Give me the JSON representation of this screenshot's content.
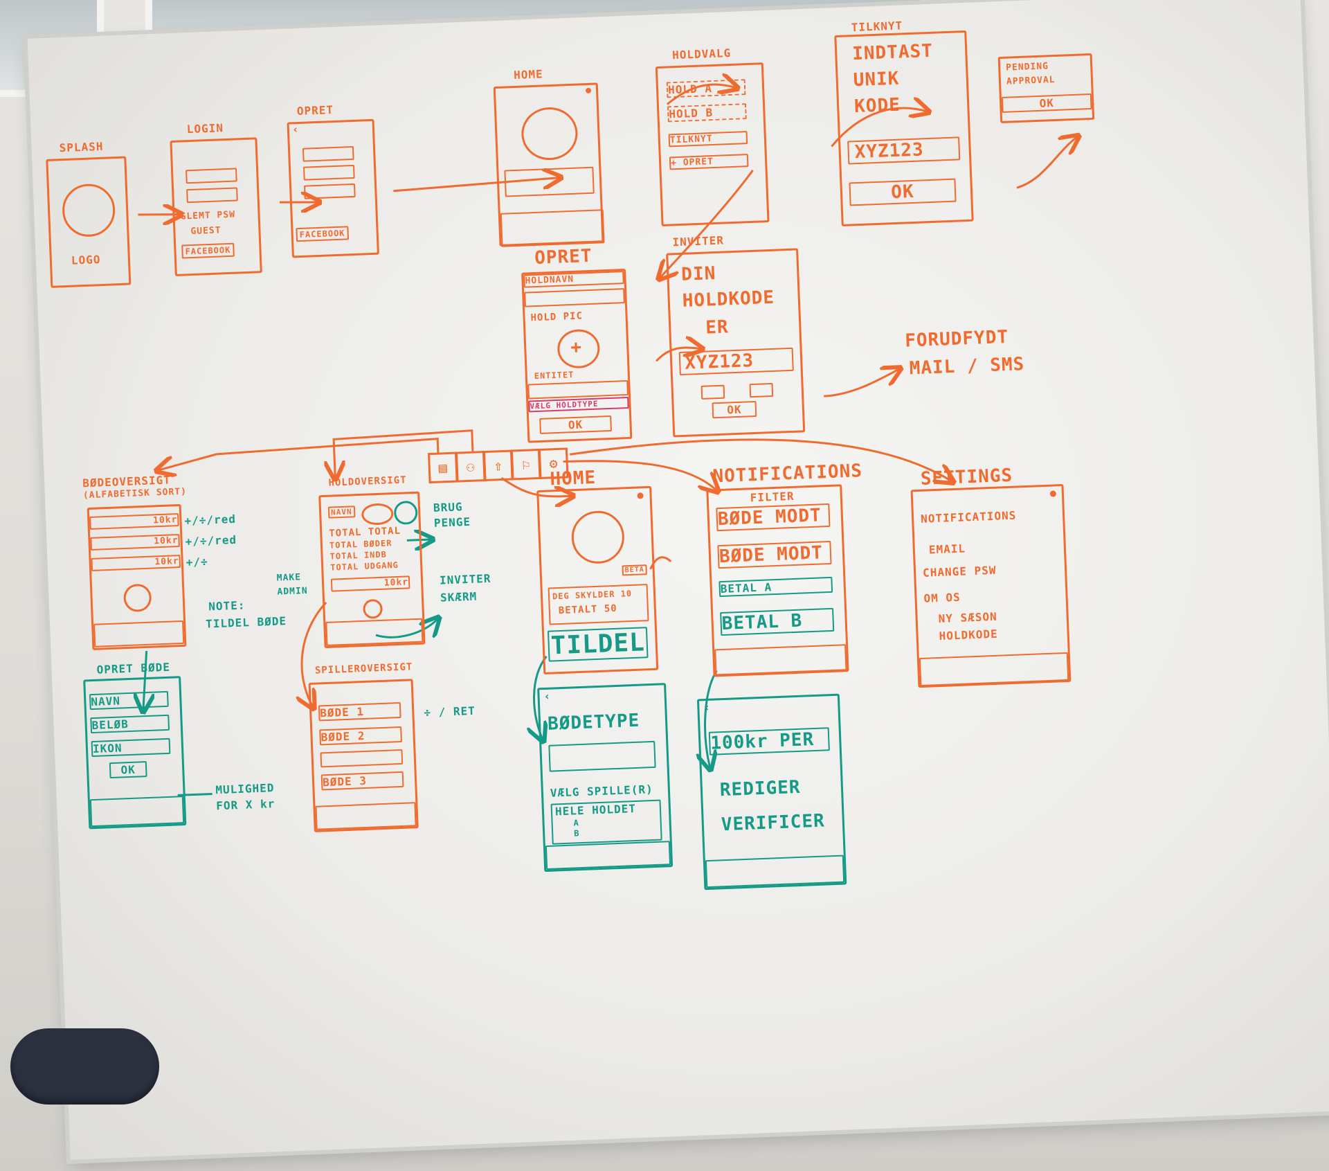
{
  "colors": {
    "orange": "#f06b2f",
    "green": "#149a86"
  },
  "screens": {
    "splash": {
      "title": "SPLASH",
      "logo": "LOGO"
    },
    "login": {
      "title": "LOGIN",
      "forgot": "GLEMT PSW",
      "guest": "GUEST",
      "facebook": "FACEBOOK"
    },
    "opret1": {
      "title": "OPRET",
      "facebook": "FACEBOOK"
    },
    "home1": {
      "title": "HOME"
    },
    "holdvalg": {
      "title": "HOLDVALG",
      "team_a": "HOLD A",
      "team_b": "HOLD B",
      "join": "TILKNYT",
      "create": "+ OPRET"
    },
    "tilknyt": {
      "title": "TILKNYT",
      "line1": "INDTAST",
      "line2": "UNIK",
      "line3": "KODE",
      "code": "XYZ123",
      "ok": "OK"
    },
    "pending": {
      "line1": "PENDING",
      "line2": "APPROVAL",
      "ok": "OK"
    },
    "opret2": {
      "title": "OPRET",
      "field1": "HOLDNAVN",
      "field2": "HOLD PIC",
      "plus": "+",
      "field3": "ENTITET",
      "choose": "VÆLG HOLDTYPE",
      "ok": "OK"
    },
    "inviter": {
      "title": "INVITER",
      "line1": "DIN",
      "line2": "HOLDKODE",
      "line3": "ER",
      "code": "XYZ123",
      "ok": "OK"
    },
    "mail_note": {
      "line1": "FORUDFYDT",
      "line2": "MAIL / SMS"
    },
    "bodeoversigt": {
      "title": "BØDEOVERSIGT",
      "subtitle": "(ALFABETISK SORT)",
      "rows": [
        "10kr",
        "10kr",
        "10kr"
      ],
      "notes": [
        "+/÷/red",
        "+/÷/red",
        "+/÷"
      ],
      "note": "NOTE:",
      "note2": "TILDEL BØDE"
    },
    "holdoversigt": {
      "title": "HOLDOVERSIGT",
      "tag": "NAVN",
      "t1": "TOTAL TOTAL",
      "t2": "TOTAL BØDER",
      "t3": "TOTAL INDB",
      "t4": "TOTAL UDGANG",
      "row": "10kr",
      "brug": "BRUG",
      "penge": "PENGE",
      "make": "MAKE",
      "admin": "ADMIN",
      "inviter": "INVITER",
      "skaerm": "SKÆRM"
    },
    "home2": {
      "title": "HOME",
      "line1": "DEG SKYLDER 10",
      "line2": "BETALT 50",
      "tildel": "TILDEL",
      "btn": "BETA"
    },
    "notifications": {
      "title": "NOTIFICATIONS",
      "filter": "FILTER",
      "n1": "BØDE MODT",
      "n2": "BØDE MODT",
      "n3": "BETAL A",
      "n4": "BETAL B"
    },
    "settings": {
      "title": "SETTINGS",
      "i1": "NOTIFICATIONS",
      "i2": "EMAIL",
      "i3": "CHANGE PSW",
      "i4": "OM OS",
      "i5": "NY SÆSON",
      "i6": "HOLDKODE"
    },
    "opret_bode": {
      "title": "OPRET BØDE",
      "f1": "NAVN",
      "f2": "BELØB",
      "f3": "IKON",
      "ok": "OK",
      "note1": "MULIGHED",
      "note2": "FOR X kr"
    },
    "spilleroversigt": {
      "title": "SPILLEROVERSIGT",
      "b1": "BØDE 1",
      "b2": "BØDE 2",
      "b3": "BØDE 3",
      "note": "÷ / RET"
    },
    "bodetype": {
      "title": "BØDETYPE",
      "choose": "VÆLG SPILLE(R)",
      "all": "HELE HOLDET",
      "a": "A",
      "b": "B"
    },
    "rediger": {
      "field": "100kr PER",
      "i1": "REDIGER",
      "i2": "VERIFICER"
    }
  }
}
